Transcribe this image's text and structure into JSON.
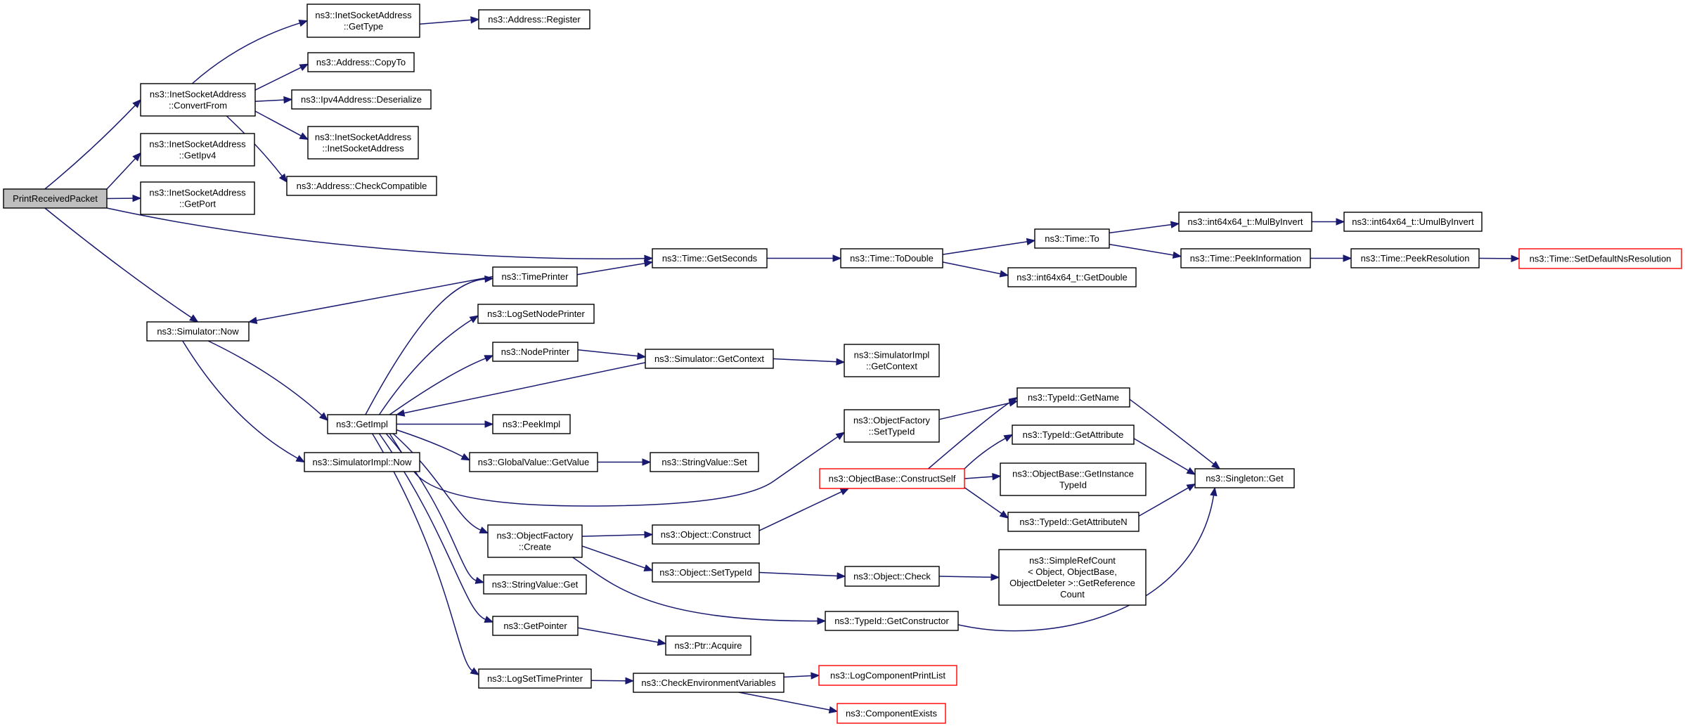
{
  "nodes": [
    {
      "id": "root",
      "lines": [
        "PrintReceivedPacket"
      ],
      "style": "root"
    },
    {
      "id": "convertfrom",
      "lines": [
        "ns3::InetSocketAddress",
        "::ConvertFrom"
      ]
    },
    {
      "id": "getipv4",
      "lines": [
        "ns3::InetSocketAddress",
        "::GetIpv4"
      ]
    },
    {
      "id": "getport",
      "lines": [
        "ns3::InetSocketAddress",
        "::GetPort"
      ]
    },
    {
      "id": "simnow",
      "lines": [
        "ns3::Simulator::Now"
      ]
    },
    {
      "id": "gettype",
      "lines": [
        "ns3::InetSocketAddress",
        "::GetType"
      ]
    },
    {
      "id": "copyto",
      "lines": [
        "ns3::Address::CopyTo"
      ]
    },
    {
      "id": "deserialize",
      "lines": [
        "ns3::Ipv4Address::Deserialize"
      ]
    },
    {
      "id": "inetsock",
      "lines": [
        "ns3::InetSocketAddress",
        "::InetSocketAddress"
      ]
    },
    {
      "id": "checkcompat",
      "lines": [
        "ns3::Address::CheckCompatible"
      ]
    },
    {
      "id": "register",
      "lines": [
        "ns3::Address::Register"
      ]
    },
    {
      "id": "getimpl",
      "lines": [
        "ns3::GetImpl"
      ]
    },
    {
      "id": "simimplnow",
      "lines": [
        "ns3::SimulatorImpl::Now"
      ]
    },
    {
      "id": "timeprinter",
      "lines": [
        "ns3::TimePrinter"
      ]
    },
    {
      "id": "logsetnode",
      "lines": [
        "ns3::LogSetNodePrinter"
      ]
    },
    {
      "id": "nodeprinter",
      "lines": [
        "ns3::NodePrinter"
      ]
    },
    {
      "id": "peekimpl",
      "lines": [
        "ns3::PeekImpl"
      ]
    },
    {
      "id": "gvgetvalue",
      "lines": [
        "ns3::GlobalValue::GetValue"
      ]
    },
    {
      "id": "ofcreate",
      "lines": [
        "ns3::ObjectFactory",
        "::Create"
      ]
    },
    {
      "id": "svget",
      "lines": [
        "ns3::StringValue::Get"
      ]
    },
    {
      "id": "getpointer",
      "lines": [
        "ns3::GetPointer"
      ]
    },
    {
      "id": "logsettime",
      "lines": [
        "ns3::LogSetTimePrinter"
      ]
    },
    {
      "id": "getseconds",
      "lines": [
        "ns3::Time::GetSeconds"
      ]
    },
    {
      "id": "simgetctx",
      "lines": [
        "ns3::Simulator::GetContext"
      ]
    },
    {
      "id": "svset",
      "lines": [
        "ns3::StringValue::Set"
      ]
    },
    {
      "id": "objconstruct",
      "lines": [
        "ns3::Object::Construct"
      ]
    },
    {
      "id": "objsettypeid",
      "lines": [
        "ns3::Object::SetTypeId"
      ]
    },
    {
      "id": "ptracquire",
      "lines": [
        "ns3::Ptr::Acquire"
      ]
    },
    {
      "id": "checkenv",
      "lines": [
        "ns3::CheckEnvironmentVariables"
      ]
    },
    {
      "id": "todouble",
      "lines": [
        "ns3::Time::ToDouble"
      ]
    },
    {
      "id": "simimplctx",
      "lines": [
        "ns3::SimulatorImpl",
        "::GetContext"
      ]
    },
    {
      "id": "ofsettypeid",
      "lines": [
        "ns3::ObjectFactory",
        "::SetTypeId"
      ]
    },
    {
      "id": "obconstructself",
      "lines": [
        "ns3::ObjectBase::ConstructSelf"
      ],
      "style": "trunc"
    },
    {
      "id": "objcheck",
      "lines": [
        "ns3::Object::Check"
      ]
    },
    {
      "id": "tidgetctor",
      "lines": [
        "ns3::TypeId::GetConstructor"
      ]
    },
    {
      "id": "logcompprint",
      "lines": [
        "ns3::LogComponentPrintList"
      ],
      "style": "trunc"
    },
    {
      "id": "compexists",
      "lines": [
        "ns3::ComponentExists"
      ],
      "style": "trunc"
    },
    {
      "id": "timeto",
      "lines": [
        "ns3::Time::To"
      ]
    },
    {
      "id": "i64getdouble",
      "lines": [
        "ns3::int64x64_t::GetDouble"
      ]
    },
    {
      "id": "tidgetname",
      "lines": [
        "ns3::TypeId::GetName"
      ]
    },
    {
      "id": "tidgetattr",
      "lines": [
        "ns3::TypeId::GetAttribute"
      ]
    },
    {
      "id": "obgetinst",
      "lines": [
        "ns3::ObjectBase::GetInstance",
        "TypeId"
      ]
    },
    {
      "id": "tidgetattrn",
      "lines": [
        "ns3::TypeId::GetAttributeN"
      ]
    },
    {
      "id": "srcgetref",
      "lines": [
        "ns3::SimpleRefCount",
        "< Object, ObjectBase,",
        " ObjectDeleter >::GetReference",
        "Count"
      ]
    },
    {
      "id": "mulbyinvert",
      "lines": [
        "ns3::int64x64_t::MulByInvert"
      ]
    },
    {
      "id": "peekinfo",
      "lines": [
        "ns3::Time::PeekInformation"
      ]
    },
    {
      "id": "singletonget",
      "lines": [
        "ns3::Singleton::Get"
      ]
    },
    {
      "id": "umulbyinvert",
      "lines": [
        "ns3::int64x64_t::UmulByInvert"
      ]
    },
    {
      "id": "peekres",
      "lines": [
        "ns3::Time::PeekResolution"
      ]
    },
    {
      "id": "setdefns",
      "lines": [
        "ns3::Time::SetDefaultNsResolution"
      ],
      "style": "trunc"
    }
  ]
}
